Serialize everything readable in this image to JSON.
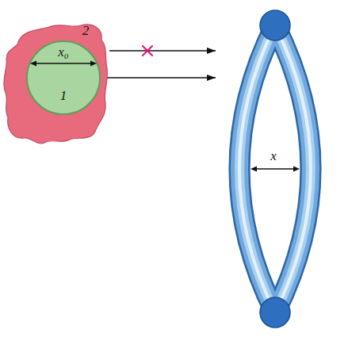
{
  "diagram": {
    "nodes": [
      {
        "text": [
          "2"
        ]
      },
      {
        "text": [
          "x₀",
          "1"
        ],
        "in": 0
      },
      {
        "text": [
          "x"
        ]
      }
    ],
    "edges": [
      {
        "from": 0,
        "to": 2,
        "arrow": "to"
      },
      {
        "from": 1,
        "to": 2,
        "arrow": "to"
      }
    ]
  }
}
